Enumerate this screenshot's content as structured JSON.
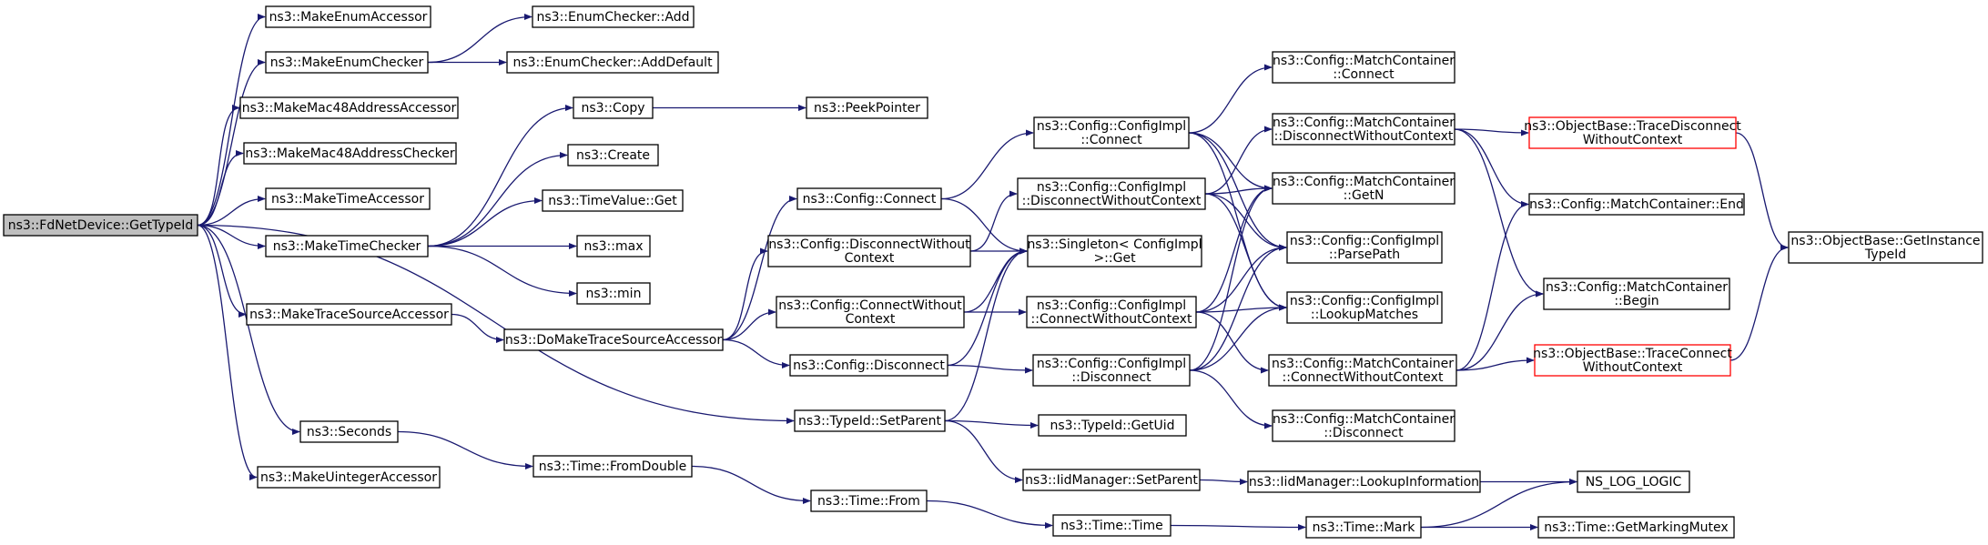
{
  "diagram": {
    "colors": {
      "edge": "#191970",
      "root_fill": "#bfbfbf",
      "highlight_border": "#ff0000",
      "node_border": "#000000"
    },
    "nodes": [
      {
        "id": "fdnet_gettypeid",
        "lines": [
          "ns3::FdNetDevice::GetTypeId"
        ],
        "style": "root"
      },
      {
        "id": "make_enum_accessor",
        "lines": [
          "ns3::MakeEnumAccessor"
        ]
      },
      {
        "id": "make_enum_checker",
        "lines": [
          "ns3::MakeEnumChecker"
        ]
      },
      {
        "id": "make_mac48_accessor",
        "lines": [
          "ns3::MakeMac48AddressAccessor"
        ]
      },
      {
        "id": "make_mac48_checker",
        "lines": [
          "ns3::MakeMac48AddressChecker"
        ]
      },
      {
        "id": "make_time_accessor",
        "lines": [
          "ns3::MakeTimeAccessor"
        ]
      },
      {
        "id": "make_time_checker",
        "lines": [
          "ns3::MakeTimeChecker"
        ]
      },
      {
        "id": "make_trace_source_accessor",
        "lines": [
          "ns3::MakeTraceSourceAccessor"
        ]
      },
      {
        "id": "seconds",
        "lines": [
          "ns3::Seconds"
        ]
      },
      {
        "id": "make_uinteger_accessor",
        "lines": [
          "ns3::MakeUintegerAccessor"
        ]
      },
      {
        "id": "enum_checker_add",
        "lines": [
          "ns3::EnumChecker::Add"
        ]
      },
      {
        "id": "enum_checker_add_default",
        "lines": [
          "ns3::EnumChecker::AddDefault"
        ]
      },
      {
        "id": "copy",
        "lines": [
          "ns3::Copy"
        ]
      },
      {
        "id": "create",
        "lines": [
          "ns3::Create"
        ]
      },
      {
        "id": "timevalue_get",
        "lines": [
          "ns3::TimeValue::Get"
        ]
      },
      {
        "id": "max",
        "lines": [
          "ns3::max"
        ]
      },
      {
        "id": "min",
        "lines": [
          "ns3::min"
        ]
      },
      {
        "id": "do_make_trace_source_accessor",
        "lines": [
          "ns3::DoMakeTraceSourceAccessor"
        ]
      },
      {
        "id": "peek_pointer",
        "lines": [
          "ns3::PeekPointer"
        ]
      },
      {
        "id": "config_connect",
        "lines": [
          "ns3::Config::Connect"
        ]
      },
      {
        "id": "config_disconnect_without_context",
        "lines": [
          "ns3::Config::DisconnectWithout",
          "Context"
        ]
      },
      {
        "id": "config_connect_without_context",
        "lines": [
          "ns3::Config::ConnectWithout",
          "Context"
        ]
      },
      {
        "id": "config_disconnect",
        "lines": [
          "ns3::Config::Disconnect"
        ]
      },
      {
        "id": "typeid_setparent",
        "lines": [
          "ns3::TypeId::SetParent"
        ]
      },
      {
        "id": "time_fromdouble",
        "lines": [
          "ns3::Time::FromDouble"
        ]
      },
      {
        "id": "time_from",
        "lines": [
          "ns3::Time::From"
        ]
      },
      {
        "id": "configimpl_connect",
        "lines": [
          "ns3::Config::ConfigImpl",
          "::Connect"
        ]
      },
      {
        "id": "configimpl_disconnect_without_context",
        "lines": [
          "ns3::Config::ConfigImpl",
          "::DisconnectWithoutContext"
        ]
      },
      {
        "id": "singleton_get",
        "lines": [
          "ns3::Singleton< ConfigImpl",
          ">::Get"
        ]
      },
      {
        "id": "configimpl_connect_without_context",
        "lines": [
          "ns3::Config::ConfigImpl",
          "::ConnectWithoutContext"
        ]
      },
      {
        "id": "configimpl_disconnect",
        "lines": [
          "ns3::Config::ConfigImpl",
          "::Disconnect"
        ]
      },
      {
        "id": "typeid_getuid",
        "lines": [
          "ns3::TypeId::GetUid"
        ]
      },
      {
        "id": "iidmanager_setparent",
        "lines": [
          "ns3::IidManager::SetParent"
        ]
      },
      {
        "id": "time_time",
        "lines": [
          "ns3::Time::Time"
        ]
      },
      {
        "id": "matchcontainer_connect",
        "lines": [
          "ns3::Config::MatchContainer",
          "::Connect"
        ]
      },
      {
        "id": "matchcontainer_disconnect_without_context",
        "lines": [
          "ns3::Config::MatchContainer",
          "::DisconnectWithoutContext"
        ]
      },
      {
        "id": "matchcontainer_getn",
        "lines": [
          "ns3::Config::MatchContainer",
          "::GetN"
        ]
      },
      {
        "id": "configimpl_parsepath",
        "lines": [
          "ns3::Config::ConfigImpl",
          "::ParsePath"
        ]
      },
      {
        "id": "configimpl_lookupmatches",
        "lines": [
          "ns3::Config::ConfigImpl",
          "::LookupMatches"
        ]
      },
      {
        "id": "matchcontainer_connect_without_context",
        "lines": [
          "ns3::Config::MatchContainer",
          "::ConnectWithoutContext"
        ]
      },
      {
        "id": "matchcontainer_disconnect",
        "lines": [
          "ns3::Config::MatchContainer",
          "::Disconnect"
        ]
      },
      {
        "id": "iidmanager_lookupinformation",
        "lines": [
          "ns3::IidManager::LookupInformation"
        ]
      },
      {
        "id": "time_mark",
        "lines": [
          "ns3::Time::Mark"
        ]
      },
      {
        "id": "objectbase_trace_disconnect",
        "lines": [
          "ns3::ObjectBase::TraceDisconnect",
          "WithoutContext"
        ],
        "style": "red"
      },
      {
        "id": "matchcontainer_end",
        "lines": [
          "ns3::Config::MatchContainer::End"
        ]
      },
      {
        "id": "matchcontainer_begin",
        "lines": [
          "ns3::Config::MatchContainer",
          "::Begin"
        ]
      },
      {
        "id": "objectbase_trace_connect",
        "lines": [
          "ns3::ObjectBase::TraceConnect",
          "WithoutContext"
        ],
        "style": "red"
      },
      {
        "id": "ns_log_logic",
        "lines": [
          "NS_LOG_LOGIC"
        ]
      },
      {
        "id": "time_getmarkingmutex",
        "lines": [
          "ns3::Time::GetMarkingMutex"
        ]
      },
      {
        "id": "objectbase_getinstancetypeid",
        "lines": [
          "ns3::ObjectBase::GetInstance",
          "TypeId"
        ]
      }
    ],
    "edges": [
      [
        "fdnet_gettypeid",
        "make_enum_accessor"
      ],
      [
        "fdnet_gettypeid",
        "make_enum_checker"
      ],
      [
        "fdnet_gettypeid",
        "make_mac48_accessor"
      ],
      [
        "fdnet_gettypeid",
        "make_mac48_checker"
      ],
      [
        "fdnet_gettypeid",
        "make_time_accessor"
      ],
      [
        "fdnet_gettypeid",
        "make_time_checker"
      ],
      [
        "fdnet_gettypeid",
        "make_trace_source_accessor"
      ],
      [
        "fdnet_gettypeid",
        "typeid_setparent"
      ],
      [
        "fdnet_gettypeid",
        "seconds"
      ],
      [
        "fdnet_gettypeid",
        "make_uinteger_accessor"
      ],
      [
        "make_enum_checker",
        "enum_checker_add"
      ],
      [
        "make_enum_checker",
        "enum_checker_add_default"
      ],
      [
        "make_time_checker",
        "copy"
      ],
      [
        "make_time_checker",
        "create"
      ],
      [
        "make_time_checker",
        "timevalue_get"
      ],
      [
        "make_time_checker",
        "max"
      ],
      [
        "make_time_checker",
        "min"
      ],
      [
        "copy",
        "peek_pointer"
      ],
      [
        "make_trace_source_accessor",
        "do_make_trace_source_accessor"
      ],
      [
        "do_make_trace_source_accessor",
        "config_connect"
      ],
      [
        "do_make_trace_source_accessor",
        "config_disconnect_without_context"
      ],
      [
        "do_make_trace_source_accessor",
        "config_connect_without_context"
      ],
      [
        "do_make_trace_source_accessor",
        "config_disconnect"
      ],
      [
        "seconds",
        "time_fromdouble"
      ],
      [
        "time_fromdouble",
        "time_from"
      ],
      [
        "time_from",
        "time_time"
      ],
      [
        "time_time",
        "time_mark"
      ],
      [
        "time_mark",
        "ns_log_logic"
      ],
      [
        "time_mark",
        "time_getmarkingmutex"
      ],
      [
        "typeid_setparent",
        "typeid_getuid"
      ],
      [
        "typeid_setparent",
        "iidmanager_setparent"
      ],
      [
        "typeid_setparent",
        "singleton_get"
      ],
      [
        "iidmanager_setparent",
        "iidmanager_lookupinformation"
      ],
      [
        "iidmanager_lookupinformation",
        "ns_log_logic"
      ],
      [
        "config_connect",
        "configimpl_connect"
      ],
      [
        "config_connect",
        "singleton_get"
      ],
      [
        "config_disconnect_without_context",
        "configimpl_disconnect_without_context"
      ],
      [
        "config_disconnect_without_context",
        "singleton_get"
      ],
      [
        "config_connect_without_context",
        "configimpl_connect_without_context"
      ],
      [
        "config_connect_without_context",
        "singleton_get"
      ],
      [
        "config_disconnect",
        "configimpl_disconnect"
      ],
      [
        "config_disconnect",
        "singleton_get"
      ],
      [
        "configimpl_connect",
        "matchcontainer_connect"
      ],
      [
        "configimpl_connect",
        "matchcontainer_getn"
      ],
      [
        "configimpl_connect",
        "configimpl_parsepath"
      ],
      [
        "configimpl_connect",
        "configimpl_lookupmatches"
      ],
      [
        "configimpl_disconnect_without_context",
        "matchcontainer_disconnect_without_context"
      ],
      [
        "configimpl_disconnect_without_context",
        "matchcontainer_getn"
      ],
      [
        "configimpl_disconnect_without_context",
        "configimpl_parsepath"
      ],
      [
        "configimpl_disconnect_without_context",
        "configimpl_lookupmatches"
      ],
      [
        "configimpl_connect_without_context",
        "matchcontainer_getn"
      ],
      [
        "configimpl_connect_without_context",
        "configimpl_parsepath"
      ],
      [
        "configimpl_connect_without_context",
        "configimpl_lookupmatches"
      ],
      [
        "configimpl_connect_without_context",
        "matchcontainer_connect_without_context"
      ],
      [
        "configimpl_disconnect",
        "matchcontainer_getn"
      ],
      [
        "configimpl_disconnect",
        "configimpl_parsepath"
      ],
      [
        "configimpl_disconnect",
        "configimpl_lookupmatches"
      ],
      [
        "configimpl_disconnect",
        "matchcontainer_disconnect"
      ],
      [
        "matchcontainer_disconnect_without_context",
        "objectbase_trace_disconnect"
      ],
      [
        "matchcontainer_disconnect_without_context",
        "matchcontainer_end"
      ],
      [
        "matchcontainer_disconnect_without_context",
        "matchcontainer_begin"
      ],
      [
        "matchcontainer_connect_without_context",
        "matchcontainer_end"
      ],
      [
        "matchcontainer_connect_without_context",
        "matchcontainer_begin"
      ],
      [
        "matchcontainer_connect_without_context",
        "objectbase_trace_connect"
      ],
      [
        "objectbase_trace_disconnect",
        "objectbase_getinstancetypeid"
      ],
      [
        "objectbase_trace_connect",
        "objectbase_getinstancetypeid"
      ]
    ]
  }
}
